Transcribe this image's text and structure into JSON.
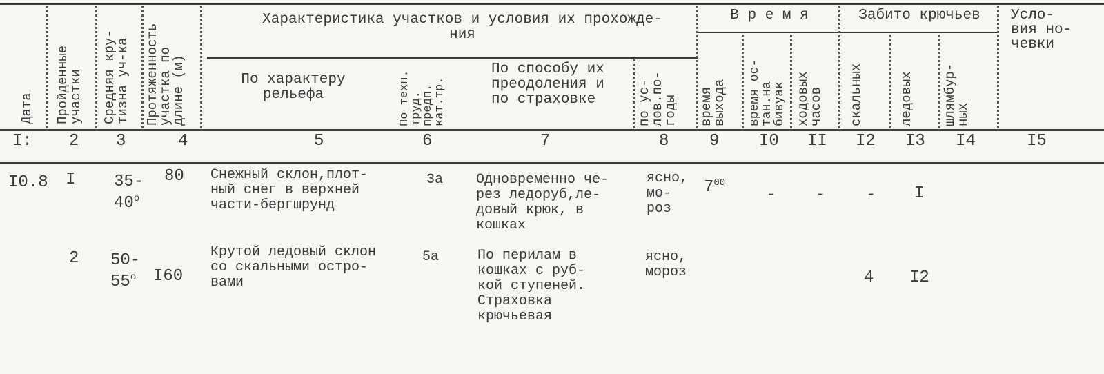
{
  "header": {
    "col1": "Дата",
    "col2": "Пройденные\nучастки",
    "col3": "Средняя кру-\nтизна уч-ка",
    "col4": "Протяженность\nучастка по\nдлине (м)",
    "group_char": "Характеристика участков и условия их прохожде-\nния",
    "col5": "По характеру\nрельефа",
    "col6": "По техн.\nтруд.\nпредп.\nкат.тр.",
    "col7": "По способу их\nпреодоления и\nпо страховке",
    "col8": "по ус-\nлов.по-\nгоды",
    "group_time": "В р е м я",
    "col9": "время\nвыхода",
    "col10": "время ос-\nтан.на\nбивуак",
    "col11": "ходовых\nчасов",
    "group_pitons": "Забито крючьев",
    "col12": "скальных",
    "col13": "ледовых",
    "col14": "шлямбур-\nных",
    "col15": "Усло-\nвия но-\nчевки"
  },
  "column_numbers": [
    "I:",
    "2",
    "3",
    "4",
    "5",
    "6",
    "7",
    "8",
    "9",
    "I0",
    "II",
    "I2",
    "I3",
    "I4",
    "I5"
  ],
  "rows": [
    {
      "date": "I0.8",
      "section": "I",
      "steepness": "35-\n40",
      "steep_deg": "о",
      "length": "80",
      "relief": "Снежный склон,плот-\nный снег в верхней\nчасти-бергшрунд",
      "category": "3а",
      "method": "Одновременно че-\nрез ледоруб,ле-\nдовый крюк, в\nкошках",
      "weather": "ясно,\nмо-\nроз",
      "departure": "7",
      "departure_min": "00",
      "stop": "-",
      "hours": "-",
      "rock": "-",
      "ice": "I",
      "bolt": "",
      "night": ""
    },
    {
      "date": "",
      "section": "2",
      "steepness": "50-\n55",
      "steep_deg": "о",
      "length": "I60",
      "relief": "Крутой ледовый склон\nсо скальными остро-\nвами",
      "category": "5а",
      "method": "По перилам в\nкошках с руб-\nкой ступеней.\nСтраховка\nкрючьевая",
      "weather": "ясно,\nмороз",
      "departure": "",
      "departure_min": "",
      "stop": "",
      "hours": "",
      "rock": "4",
      "ice": "I2",
      "bolt": "",
      "night": ""
    }
  ]
}
